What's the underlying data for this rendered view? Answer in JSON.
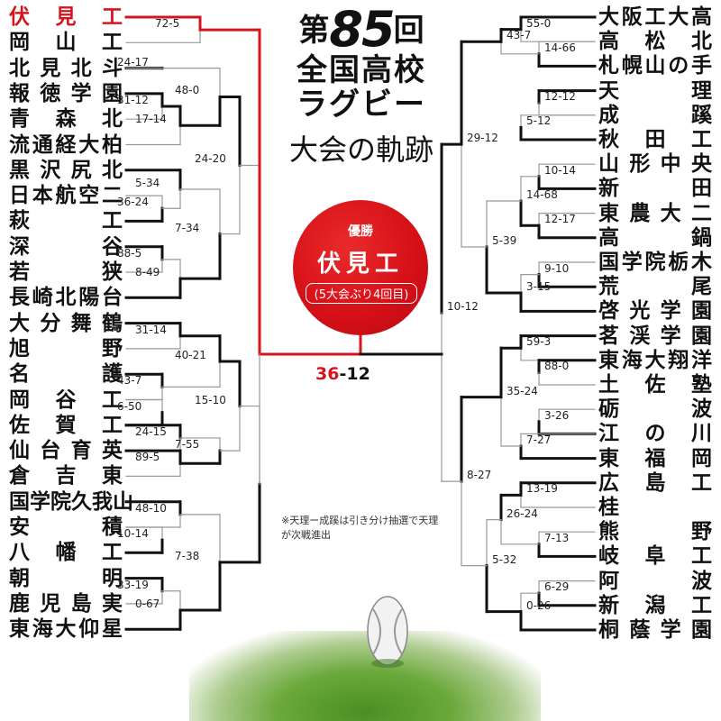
{
  "title": {
    "line1_prefix": "第",
    "line1_number": "85",
    "line1_suffix": "回",
    "line2": "全国高校",
    "line3": "ラグビー",
    "line4": "大会の軌跡"
  },
  "champion": {
    "label": "優勝",
    "name": "伏見工",
    "note": "(5大会ぶり4回目)"
  },
  "final": {
    "winner_score": "36",
    "separator": "-",
    "loser_score": "12"
  },
  "footnote": "※天理ー成蹊は引き分け抽選で天理が次戦進出",
  "left_teams": [
    "伏見工",
    "岡山工",
    "北見北斗",
    "報徳学園",
    "青森北",
    "流通経大柏",
    "黒沢尻北",
    "日本航空二",
    "萩工",
    "深谷",
    "若狭",
    "長崎北陽台",
    "大分舞鶴",
    "旭野",
    "名護",
    "岡谷工",
    "佐賀工",
    "仙台育英",
    "倉吉東",
    "国学院久我山",
    "安積",
    "八幡工",
    "朝明",
    "鹿児島実",
    "東海大仰星"
  ],
  "right_teams": [
    "大阪工大高",
    "高松北",
    "札幌山の手",
    "天理",
    "成蹊",
    "秋田工",
    "山形中央",
    "新田",
    "東農大二",
    "高鍋",
    "国学院栃木",
    "荒尾",
    "啓光学園",
    "茗渓学園",
    "東海大翔洋",
    "土佐塾",
    "砺波",
    "江の川",
    "東福岡",
    "広島工",
    "桂",
    "熊野",
    "岐阜工",
    "阿波",
    "新潟工",
    "桐蔭学園"
  ],
  "left_scores": [
    "72-5",
    "24-17",
    "48-0",
    "31-12",
    "17-14",
    "24-20",
    "36-24",
    "5-34",
    "7-34",
    "88-5",
    "8-49",
    "15-10",
    "31-14",
    "43-7",
    "40-21",
    "6-50",
    "24-15",
    "89-5",
    "7-55",
    "48-10",
    "10-14",
    "7-38",
    "33-19",
    "0-67"
  ],
  "right_scores": [
    "55-0",
    "14-66",
    "43-7",
    "12-12",
    "5-12",
    "29-12",
    "10-14",
    "14-68",
    "12-17",
    "5-39",
    "9-10",
    "3-15",
    "10-12",
    "59-3",
    "88-0",
    "35-24",
    "3-26",
    "7-27",
    "8-27",
    "13-19",
    "26-24",
    "7-13",
    "5-32",
    "6-29",
    "0-26"
  ]
}
